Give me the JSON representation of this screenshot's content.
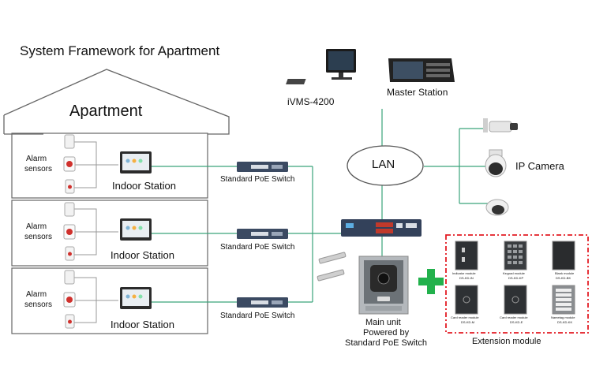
{
  "title": "System Framework for Apartment",
  "apartment_label": "Apartment",
  "floors": [
    {
      "sensor_label_1": "Alarm",
      "sensor_label_2": "sensors",
      "indoor_label": "Indoor Station",
      "switch_label": "Standard PoE Switch"
    },
    {
      "sensor_label_1": "Alarm",
      "sensor_label_2": "sensors",
      "indoor_label": "Indoor Station",
      "switch_label": "Standard PoE Switch"
    },
    {
      "sensor_label_1": "Alarm",
      "sensor_label_2": "sensors",
      "indoor_label": "Indoor Station",
      "switch_label": "Standard PoE Switch"
    }
  ],
  "ivms_label": "iVMS-4200",
  "master_label": "Master Station",
  "lan_label": "LAN",
  "ip_camera_label": "IP Camera",
  "main_unit": {
    "line1": "Main unit",
    "line2": "Powered by",
    "line3": "Standard PoE Switch"
  },
  "extension_label": "Extension module",
  "extension_modules": [
    {
      "name": "Indicator module",
      "model": "DS-KD-IN"
    },
    {
      "name": "Keypad module",
      "model": "DS-KD-KP"
    },
    {
      "name": "Blank module",
      "model": "DS-KD-BK"
    },
    {
      "name": "Card reader module",
      "model": "DS-KD-M"
    },
    {
      "name": "Card reader module",
      "model": "DS-KD-E"
    },
    {
      "name": "Nametag module",
      "model": "DS-KD-KK"
    }
  ],
  "colors": {
    "link": "#3aa37a",
    "line": "#555555",
    "plus": "#22b14c",
    "dashed": "#e31b23"
  }
}
